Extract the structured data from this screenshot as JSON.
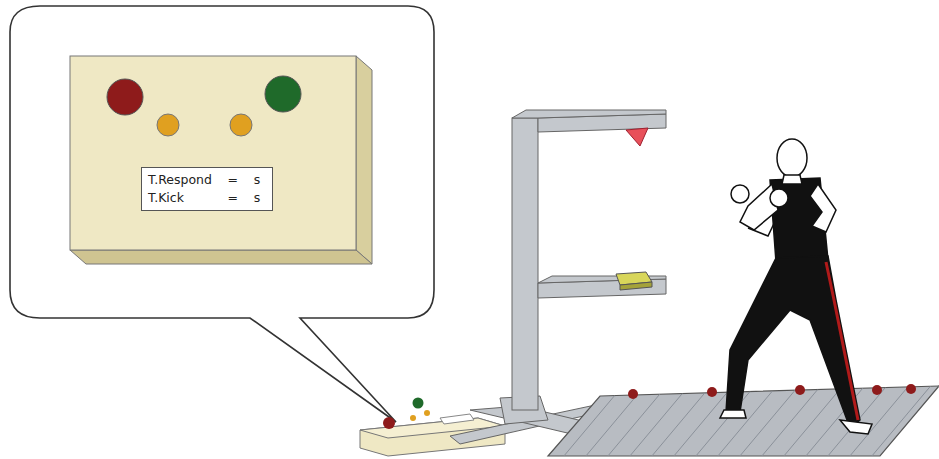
{
  "diagram": {
    "nodes": [
      {
        "text": [
          "T.Respond",
          "=",
          "s",
          "T.Kick",
          "=",
          "s"
        ]
      }
    ]
  }
}
